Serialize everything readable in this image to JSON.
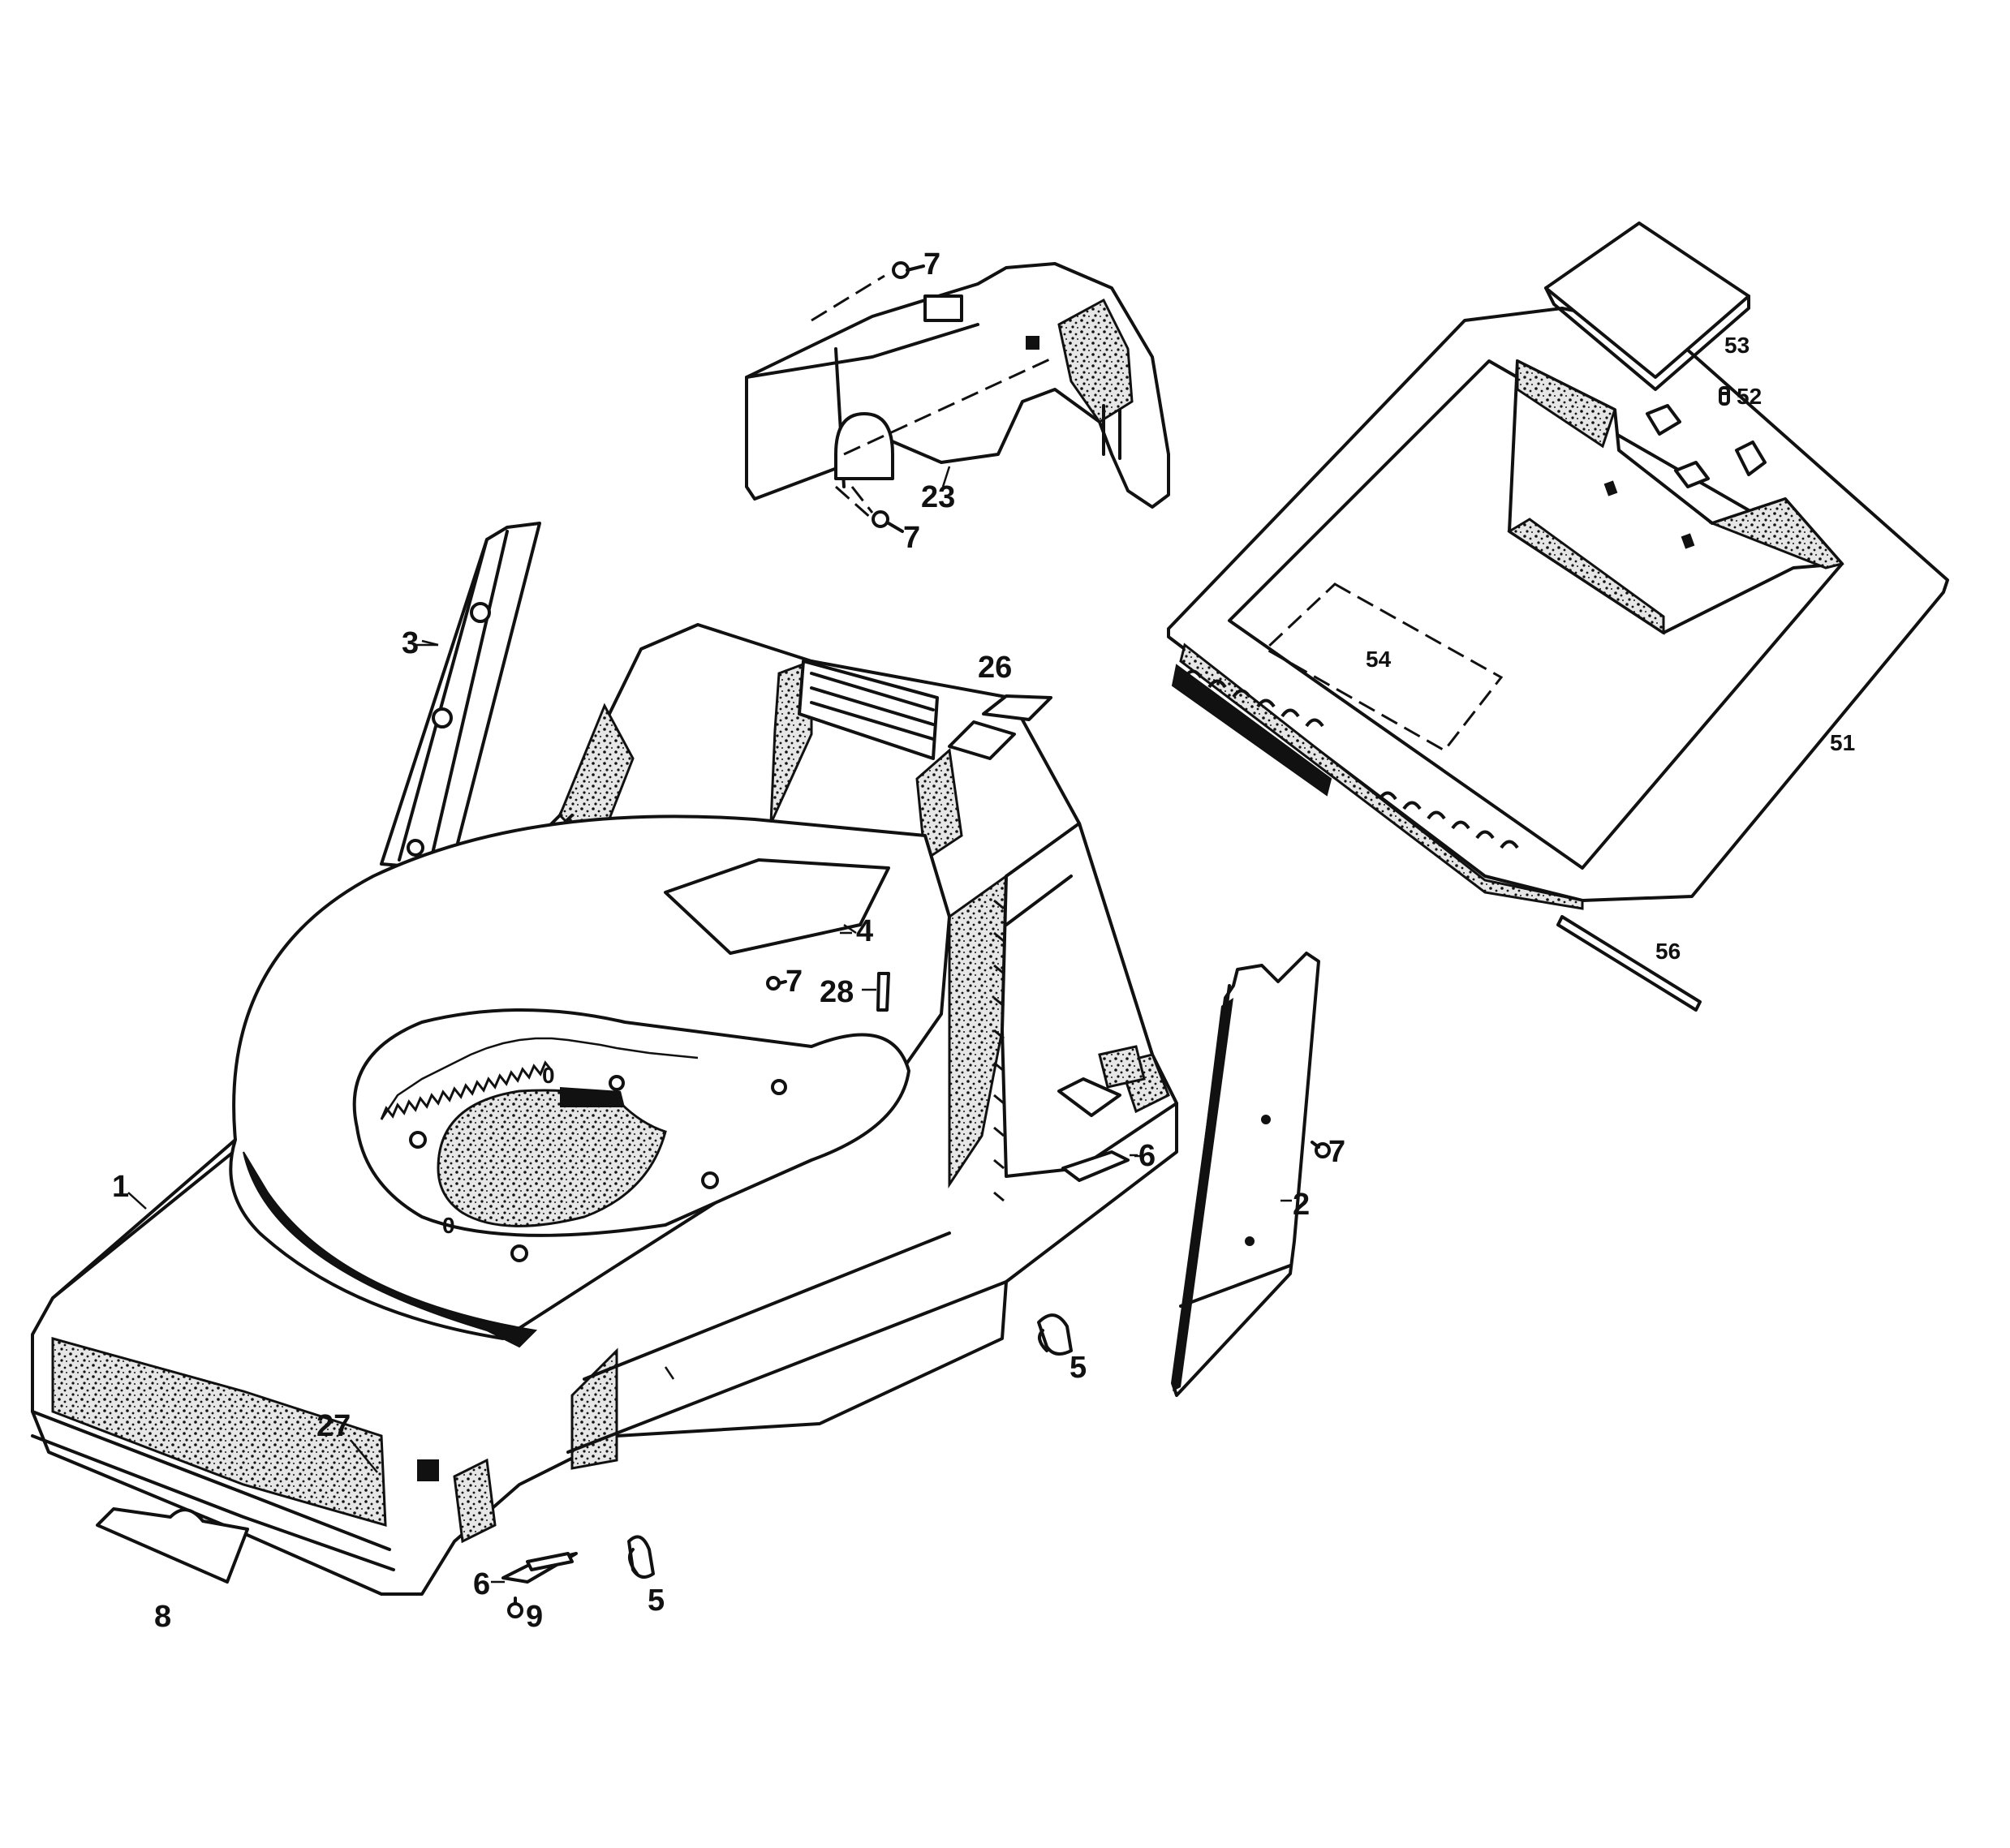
{
  "diagram": {
    "callouts": {
      "p1": "1",
      "p2": "2",
      "p3": "3",
      "p4": "4",
      "p5a": "5",
      "p5b": "5",
      "p6a": "6",
      "p6b": "6",
      "p7a": "7",
      "p7b": "7",
      "p7c": "7",
      "p7d": "7",
      "p8": "8",
      "p9": "9",
      "p23": "23",
      "p26": "26",
      "p27": "27",
      "p28": "28",
      "p51": "51",
      "p52": "52",
      "p53": "53",
      "p54": "54",
      "p56": "56"
    },
    "deck_marks": {
      "top": "0",
      "left": "0"
    }
  }
}
